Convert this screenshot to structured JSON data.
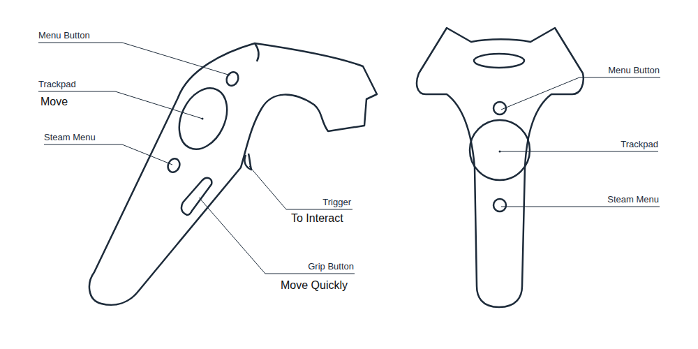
{
  "diagram": {
    "labels": [
      "Menu Button",
      "Trackpad",
      "Move",
      "Steam Menu",
      "Trigger",
      "To Interact",
      "Grip Button",
      "Move Quickly",
      "Menu Button",
      "Trackpad",
      "Steam Menu"
    ]
  }
}
